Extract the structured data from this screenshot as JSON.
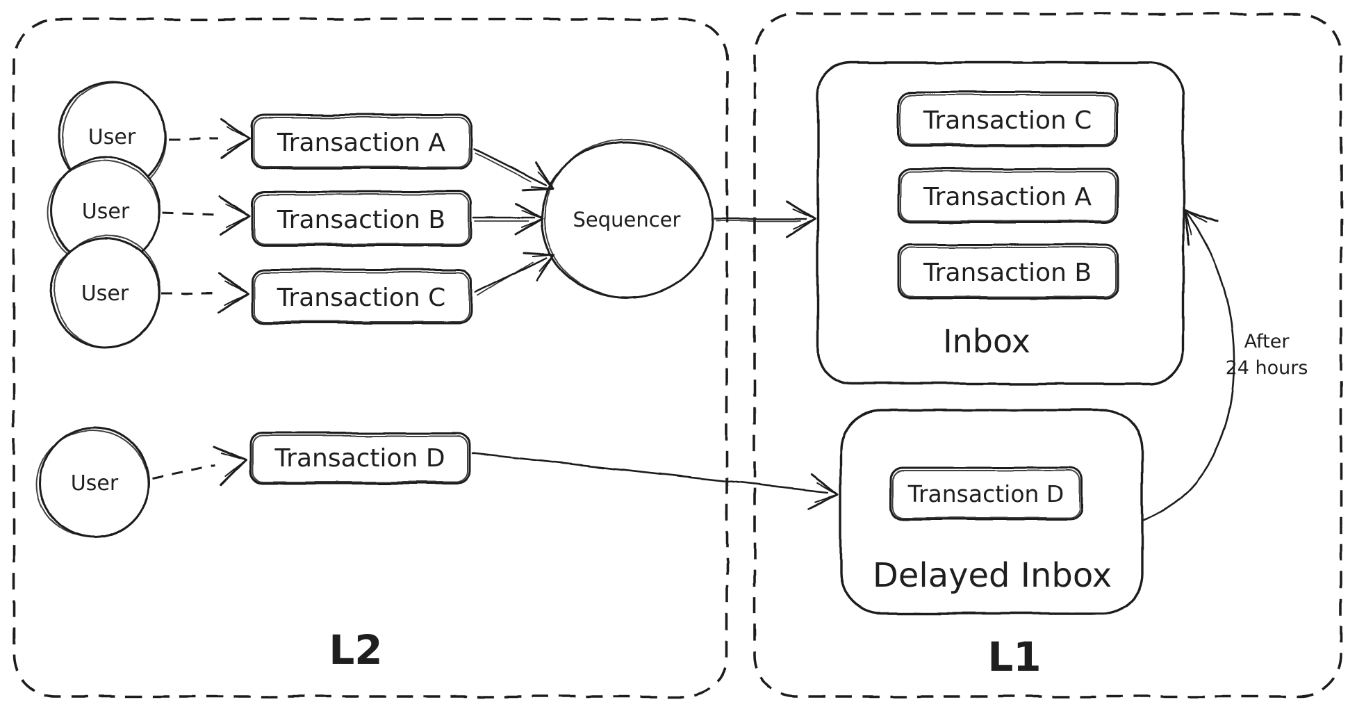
{
  "canvas": {
    "background": "#ffffff",
    "stroke_color": "#1e1e1e"
  },
  "l2": {
    "label": "L2",
    "users": [
      {
        "label": "User"
      },
      {
        "label": "User"
      },
      {
        "label": "User"
      },
      {
        "label": "User"
      }
    ],
    "transactions": [
      {
        "label": "Transaction A"
      },
      {
        "label": "Transaction B"
      },
      {
        "label": "Transaction C"
      },
      {
        "label": "Transaction D"
      }
    ],
    "sequencer": {
      "label": "Sequencer"
    }
  },
  "l1": {
    "label": "L1",
    "inbox": {
      "title": "Inbox",
      "items": [
        {
          "label": "Transaction C"
        },
        {
          "label": "Transaction A"
        },
        {
          "label": "Transaction B"
        }
      ]
    },
    "delayed_inbox": {
      "title": "Delayed Inbox",
      "items": [
        {
          "label": "Transaction D"
        }
      ]
    },
    "delay_annotation": {
      "line1": "After",
      "line2": "24 hours"
    }
  }
}
